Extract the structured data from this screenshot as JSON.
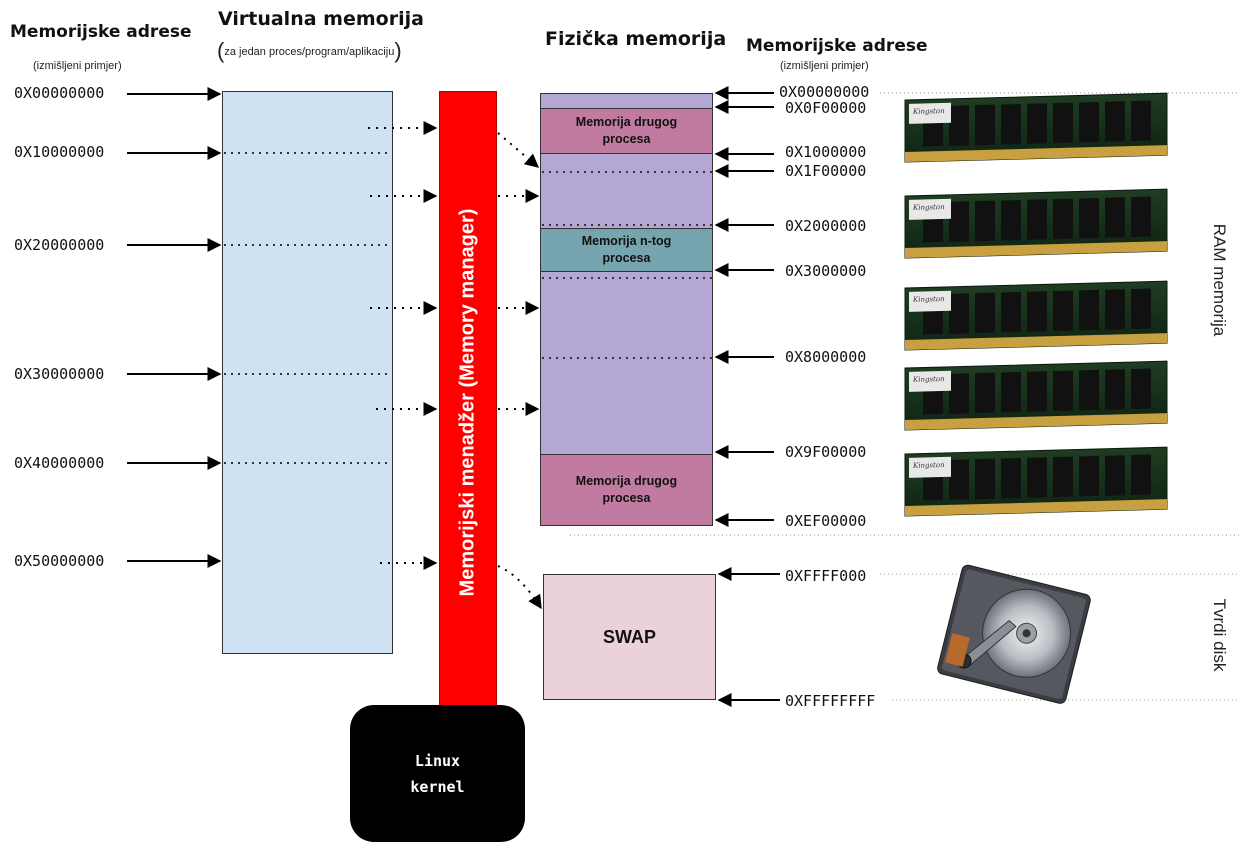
{
  "left_header": {
    "title": "Memorijske adrese",
    "subtitle": "(izmišljeni primjer)"
  },
  "virtual_header": {
    "title": "Virtualna memorija",
    "subtitle_paren_open": "(",
    "subtitle": "za jedan proces/program/aplikaciju",
    "subtitle_paren_close": ")"
  },
  "physical_header": {
    "title": "Fizička memorija"
  },
  "right_header": {
    "title": "Memorijske adrese",
    "subtitle": "(izmišljeni primjer)"
  },
  "virtual_addresses": [
    "0X00000000",
    "0X10000000",
    "0X20000000",
    "0X30000000",
    "0X40000000",
    "0X50000000"
  ],
  "physical_addresses": [
    "0X00000000",
    "0X0F00000",
    "0X1000000",
    "0X1F00000",
    "0X2000000",
    "0X3000000",
    "0X8000000",
    "0X9F00000",
    "0XEF00000",
    "0XFFFF000",
    "0XFFFFFFFF"
  ],
  "memory_manager_label": "Memorijski menadžer (Memory manager)",
  "kernel_label": [
    "Linux",
    "kernel"
  ],
  "segments": {
    "other_process_top": [
      "Memorija drugog",
      "procesa"
    ],
    "nth_process": [
      "Memorija n-tog",
      "procesa"
    ],
    "other_process_bottom": [
      "Memorija drugog",
      "procesa"
    ],
    "swap": "SWAP"
  },
  "side_labels": {
    "ram": "RAM memorija",
    "disk": "Tvrdi disk"
  },
  "ram_chip_text": "Kingston",
  "colors": {
    "virtual_memory": "#cfe2f3",
    "physical_memory": "#b4a7d6",
    "other_process": "#c27ba0",
    "nth_process": "#76a5af",
    "swap": "#ead1dc",
    "memory_manager": "#ff0000",
    "kernel": "#000000"
  }
}
